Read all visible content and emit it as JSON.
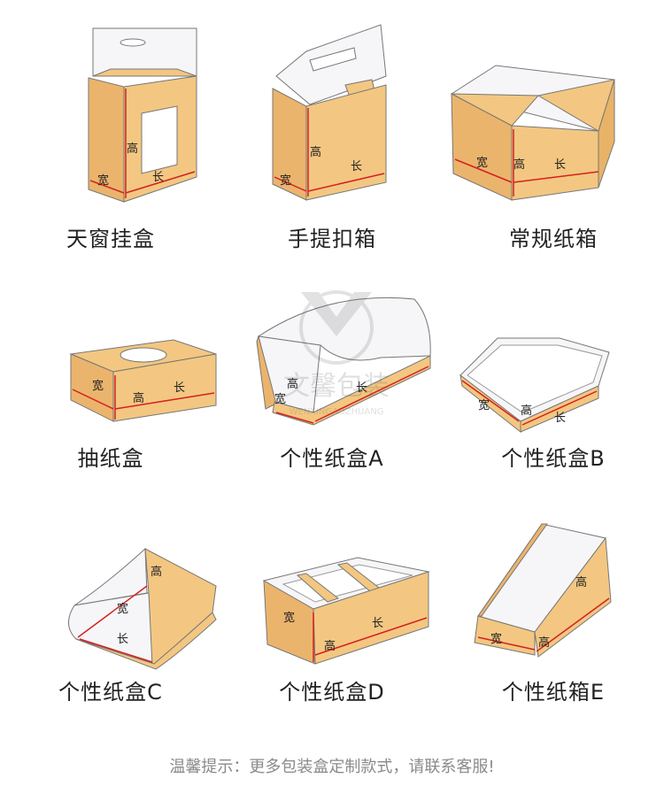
{
  "colors": {
    "kraft": "#F3C781",
    "kraft_dark": "#E8B366",
    "inner": "#F4F4F6",
    "outline": "#6f6f6f",
    "dim_line": "#D62020",
    "caption": "#222222",
    "footer": "#8a8a8a"
  },
  "dims": {
    "gao": "高",
    "chang": "长",
    "kuan": "宽"
  },
  "boxes": [
    {
      "caption": "天窗挂盒"
    },
    {
      "caption": "手提扣箱"
    },
    {
      "caption": "常规纸箱"
    },
    {
      "caption": "抽纸盒"
    },
    {
      "caption": "个性纸盒A"
    },
    {
      "caption": "个性纸盒B"
    },
    {
      "caption": "个性纸盒C"
    },
    {
      "caption": "个性纸盒D"
    },
    {
      "caption": "个性纸箱E"
    }
  ],
  "watermark": {
    "brand": "文馨包装",
    "sub": "WENXINGAOZHUANG"
  },
  "footer": "温馨提示：更多包装盒定制款式，请联系客服!"
}
